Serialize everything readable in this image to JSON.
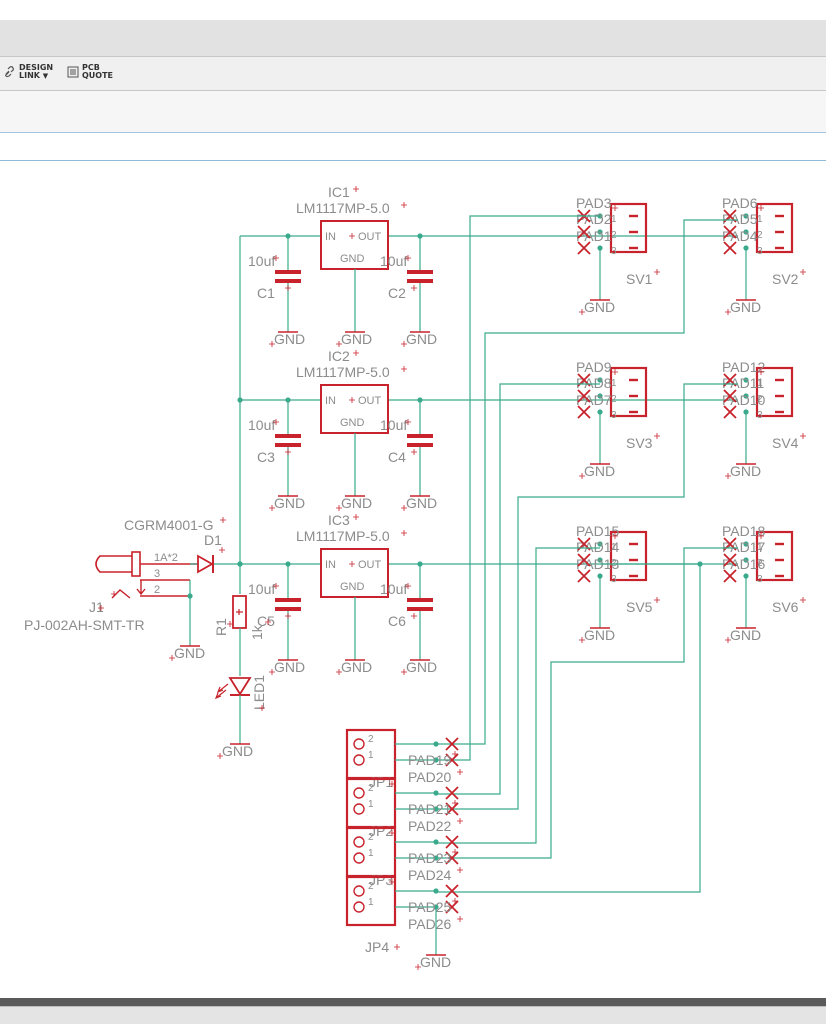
{
  "toolbar": {
    "design_link_line1": "DESIGN",
    "design_link_line2": "LINK",
    "pcb_quote_line1": "PCB",
    "pcb_quote_line2": "QUOTE"
  },
  "regulators": [
    {
      "name": "IC1",
      "value": "LM1117MP-5.0",
      "pin_in": "IN",
      "pin_out": "OUT",
      "pin_gnd": "GND"
    },
    {
      "name": "IC2",
      "value": "LM1117MP-5.0",
      "pin_in": "IN",
      "pin_out": "OUT",
      "pin_gnd": "GND"
    },
    {
      "name": "IC3",
      "value": "LM1117MP-5.0",
      "pin_in": "IN",
      "pin_out": "OUT",
      "pin_gnd": "GND"
    }
  ],
  "capacitors": [
    {
      "name": "C1",
      "value": "10uf"
    },
    {
      "name": "C2",
      "value": "10uf"
    },
    {
      "name": "C3",
      "value": "10uf"
    },
    {
      "name": "C4",
      "value": "10uf"
    },
    {
      "name": "C5",
      "value": "10uf"
    },
    {
      "name": "C6",
      "value": "10uf"
    }
  ],
  "headers": [
    {
      "name": "SV1",
      "pads": [
        "PAD3",
        "PAD2",
        "PAD1"
      ]
    },
    {
      "name": "SV2",
      "pads": [
        "PAD6",
        "PAD5",
        "PAD4"
      ]
    },
    {
      "name": "SV3",
      "pads": [
        "PAD9",
        "PAD8",
        "PAD7"
      ]
    },
    {
      "name": "SV4",
      "pads": [
        "PAD12",
        "PAD11",
        "PAD10"
      ]
    },
    {
      "name": "SV5",
      "pads": [
        "PAD15",
        "PAD14",
        "PAD13"
      ]
    },
    {
      "name": "SV6",
      "pads": [
        "PAD18",
        "PAD17",
        "PAD16"
      ]
    }
  ],
  "jumpers": [
    {
      "name": "JP1",
      "pads": [
        "PAD19",
        "PAD20"
      ]
    },
    {
      "name": "JP2",
      "pads": [
        "PAD21",
        "PAD22"
      ]
    },
    {
      "name": "JP3",
      "pads": [
        "PAD23",
        "PAD24"
      ]
    },
    {
      "name": "JP4",
      "pads": [
        "PAD25",
        "PAD26"
      ]
    }
  ],
  "pin_numbers": [
    "1",
    "2",
    "3"
  ],
  "jack": {
    "name": "J1",
    "value": "PJ-002AH-SMT-TR",
    "pin_rating": "1A*2",
    "pin3": "3",
    "pin2": "2"
  },
  "diode": {
    "name": "D1",
    "value": "CGRM4001-G"
  },
  "resistor": {
    "name": "R1",
    "value": "1k"
  },
  "led": {
    "name": "LED1"
  },
  "gnd_label": "GND",
  "colors": {
    "net": "#3aaa8c",
    "part": "#c8232c",
    "text": "#8c8c8c",
    "junction": "#3aaa8c"
  }
}
